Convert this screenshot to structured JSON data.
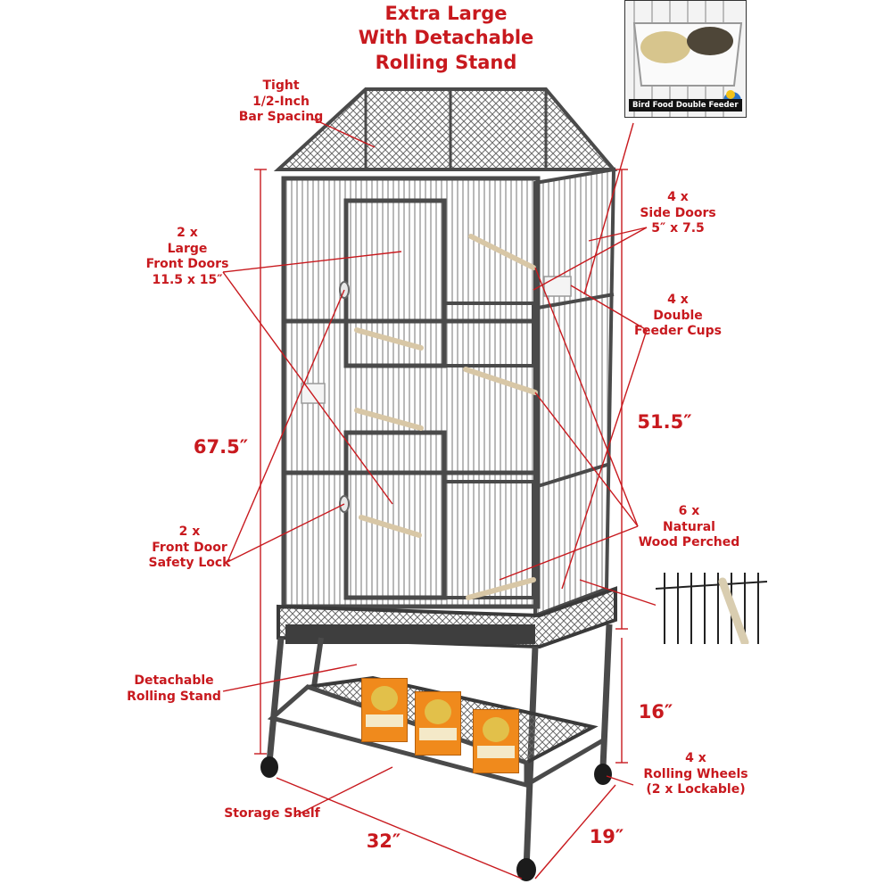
{
  "title_lines": [
    "Extra Large",
    "With Detachable",
    "Rolling Stand"
  ],
  "feeder_inset": {
    "caption": "Bird Food Double Feeder"
  },
  "labels": {
    "bar_spacing": [
      "Tight",
      "1/2-Inch",
      "Bar Spacing"
    ],
    "large_front_doors": [
      "2 x",
      "Large",
      "Front Doors",
      "11.5 x 15″"
    ],
    "side_doors": [
      "4 x",
      "Side Doors",
      "5″ x 7.5"
    ],
    "feeder_cups": [
      "4 x",
      "Double",
      "Feeder Cups"
    ],
    "safety_lock": [
      "2 x",
      "Front Door",
      "Safety Lock"
    ],
    "perches": [
      "6 x",
      "Natural",
      "Wood Perched"
    ],
    "rolling_stand": [
      "Detachable",
      "Rolling Stand"
    ],
    "storage_shelf": "Storage Shelf",
    "wheels": [
      "4 x",
      "Rolling Wheels",
      "(2 x Lockable)"
    ]
  },
  "dimensions": {
    "total_height": "67.5″",
    "cage_height": "51.5″",
    "stand_height": "16″",
    "width": "32″",
    "depth": "19″"
  },
  "colors": {
    "label": "#c8191e",
    "cage": "#5a5a5a"
  }
}
